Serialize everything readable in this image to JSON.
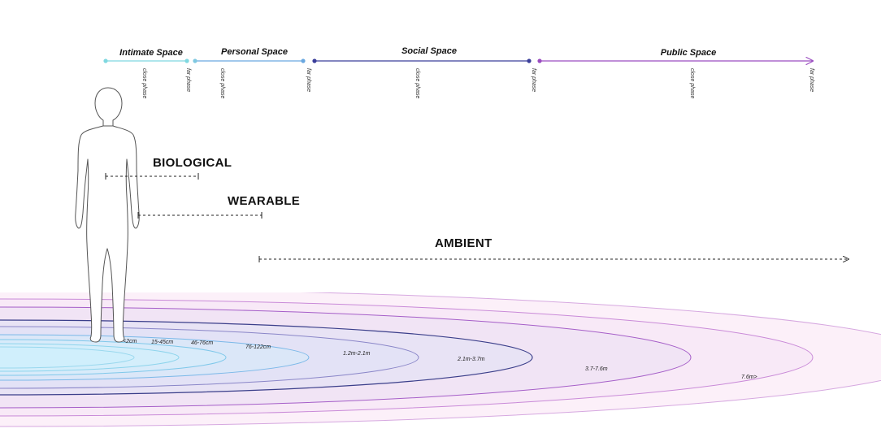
{
  "zones": [
    {
      "title": "Intimate Space",
      "close_label": "close phase",
      "far_label": "far phase",
      "color": "#7fd8e0"
    },
    {
      "title": "Personal Space",
      "close_label": "close phase",
      "far_label": "far phase",
      "color": "#6aa8e0"
    },
    {
      "title": "Social Space",
      "close_label": "close phase",
      "far_label": "far phase",
      "color": "#3a3e9a"
    },
    {
      "title": "Public Space",
      "close_label": "close phase",
      "far_label": "far phase",
      "color": "#9a4cc0"
    }
  ],
  "categories": {
    "biological": "BIOLOGICAL",
    "wearable": "WEARABLE",
    "ambient": "AMBIENT"
  },
  "rings": [
    {
      "label": "<2cm"
    },
    {
      "label": "15-45cm"
    },
    {
      "label": "46-76cm"
    },
    {
      "label": "76-122cm"
    },
    {
      "label": "1.2m-2.1m"
    },
    {
      "label": "2.1m-3.7m"
    },
    {
      "label": "3.7-7.6m"
    },
    {
      "label": "7.6m>"
    }
  ],
  "colors": {
    "intimate": "#7fd8e0",
    "personal": "#6aa8e0",
    "social": "#3a3e9a",
    "public": "#9a4cc0",
    "floor_outer": "#fbeef8",
    "floor_inner": "#d6ecfa"
  }
}
